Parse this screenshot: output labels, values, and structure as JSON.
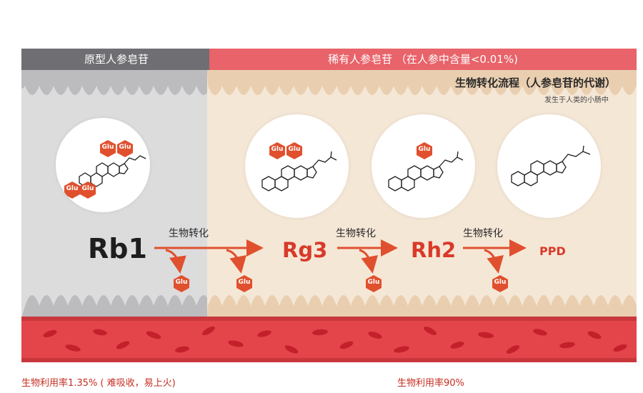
{
  "header": {
    "left_label": "原型人参皂苷",
    "right_label": "稀有人参皂苷 （在人参中含量<0.01%)"
  },
  "subtitle": "生物转化流程（人参皂苷的代谢）",
  "subnote": "发生于人类的小肠中",
  "compounds": [
    {
      "name": "Rb1",
      "glu_count": 4
    },
    {
      "name": "Rg3",
      "glu_count": 2
    },
    {
      "name": "Rh2",
      "glu_count": 1
    },
    {
      "name": "PPD",
      "glu_count": 0
    }
  ],
  "steps": [
    {
      "label": "生物转化",
      "released": [
        "Glu",
        "Glu"
      ]
    },
    {
      "label": "生物转化",
      "released": [
        "Glu"
      ]
    },
    {
      "label": "生物转化",
      "released": [
        "Glu"
      ]
    }
  ],
  "glu_label": "Glu",
  "footer": {
    "left_text": "生物利用率1.35% ( 难吸收，易上火)",
    "right_text": "生物利用率90%"
  },
  "colors": {
    "left_header": "#6f6f73",
    "right_header": "#e8636a",
    "accent": "#e0502e",
    "glu_hexagon": "#e0502e",
    "blood": "#e3454b",
    "cell": "#c3202b"
  }
}
